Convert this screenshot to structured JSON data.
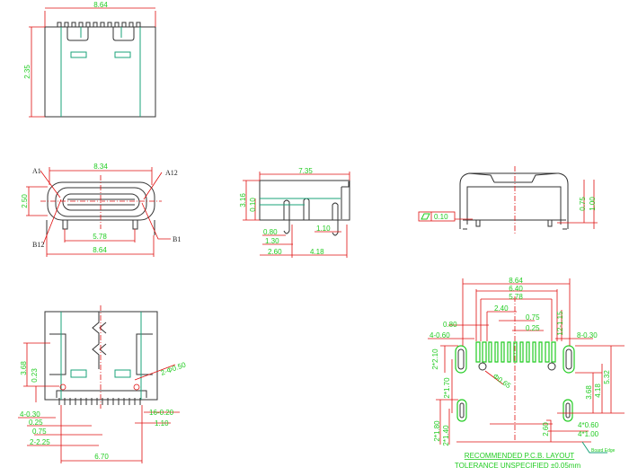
{
  "title": "",
  "colors": {
    "outline": "#333333",
    "dimension": "#e01010",
    "text": "#22cc22",
    "hidden": "#1aa37a"
  },
  "top_view": {
    "width": "8.64",
    "height": "2.35"
  },
  "front_view": {
    "inner_width": "8.34",
    "height": "2.50",
    "leg_pitch": "5.78",
    "outer_width": "8.64",
    "pin_labels": {
      "a1": "A1",
      "a12": "A12",
      "b12": "B12",
      "b1": "B1"
    }
  },
  "side_view": {
    "length": "7.35",
    "height": "3.16",
    "offset": "0.10",
    "d1": "0.80",
    "d2": "1.30",
    "d3": "2.60",
    "d4": "4.18",
    "d5": "1.10"
  },
  "rear_view": {
    "flatness": "0.10",
    "d1": "0.75",
    "d2": "1.00"
  },
  "bottom_view": {
    "h1": "3.68",
    "h2": "0.23",
    "holes": "2-Φ0.50",
    "w1": "4-0.30",
    "w2": "0.25",
    "w3": "0.75",
    "w4": "2-2.25",
    "span": "6.70",
    "pins": "16-0.20",
    "w5": "1.10"
  },
  "pcb_layout": {
    "w1": "8.64",
    "w2": "6.40",
    "w3": "5.78",
    "w4": "2.40",
    "w5": "0.80",
    "w6": "0.75",
    "w7": "0.25",
    "pads_a": "4-0.60",
    "pads_b": "8-0.30",
    "pad_len": "12-1.15",
    "hole": "Φ0.65",
    "l1": "2*2.10",
    "l2": "2*1.70",
    "l3": "2*1.80",
    "l4": "2*1.40",
    "r1": "3.68",
    "r2": "4.18",
    "r3": "5.32",
    "r4": "2.60",
    "r5": "4*0.60",
    "r6": "4*1.00",
    "board_edge": "Board Edge",
    "caption": "RECOMMENDED   P.C.B.  LAYOUT",
    "tolerance": "TOLERANCE  UNSPECIFIED  ±0.05mm"
  }
}
